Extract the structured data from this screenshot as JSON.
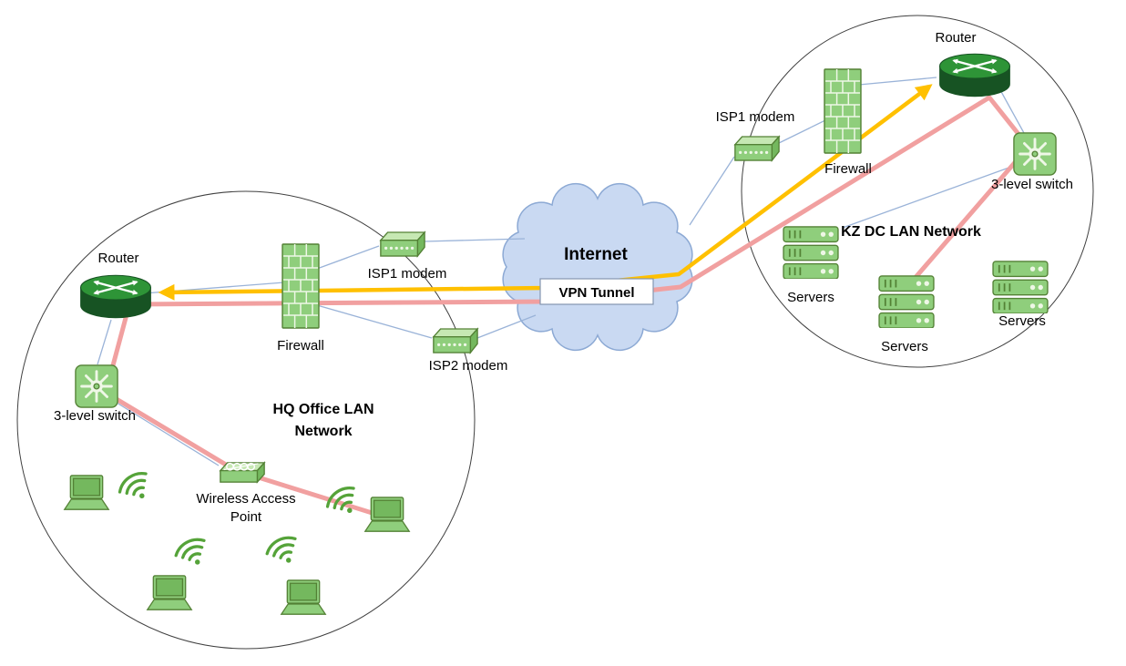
{
  "diagram": {
    "internet_label": "Internet",
    "vpn_label": "VPN Tunnel",
    "hq_zone": {
      "title_line1": "HQ Office LAN",
      "title_line2": "Network"
    },
    "dc_zone": {
      "title": "KZ DC LAN Network"
    },
    "nodes": {
      "router_left": "Router",
      "firewall_left": "Firewall",
      "isp1_left": "ISP1 modem",
      "isp2_left": "ISP2 modem",
      "switch_left": "3-level switch",
      "wap_line1": "Wireless Access",
      "wap_line2": "Point",
      "router_right": "Router",
      "firewall_right": "Firewall",
      "isp1_right": "ISP1 modem",
      "switch_right": "3-level switch",
      "servers_a": "Servers",
      "servers_b": "Servers",
      "servers_c": "Servers"
    }
  },
  "colors": {
    "node_green": "#8fce7c",
    "node_green_dark": "#538135",
    "node_green_light": "#c6e8b3",
    "node_green_mid": "#74b85e",
    "router_body_green": "#175323",
    "router_top_green": "#2e9437",
    "detail_light": "#eef7e6",
    "cloud_fill": "#c9d9f2",
    "cloud_stroke": "#8ca9d4",
    "link_line": "#9ab3d8",
    "zone_outline": "#404040",
    "vpn_tunnel_orange": "#ffc000",
    "vpn_tunnel_pink": "#f1a0a0",
    "wifi_green": "#55a339",
    "background": "#ffffff"
  }
}
